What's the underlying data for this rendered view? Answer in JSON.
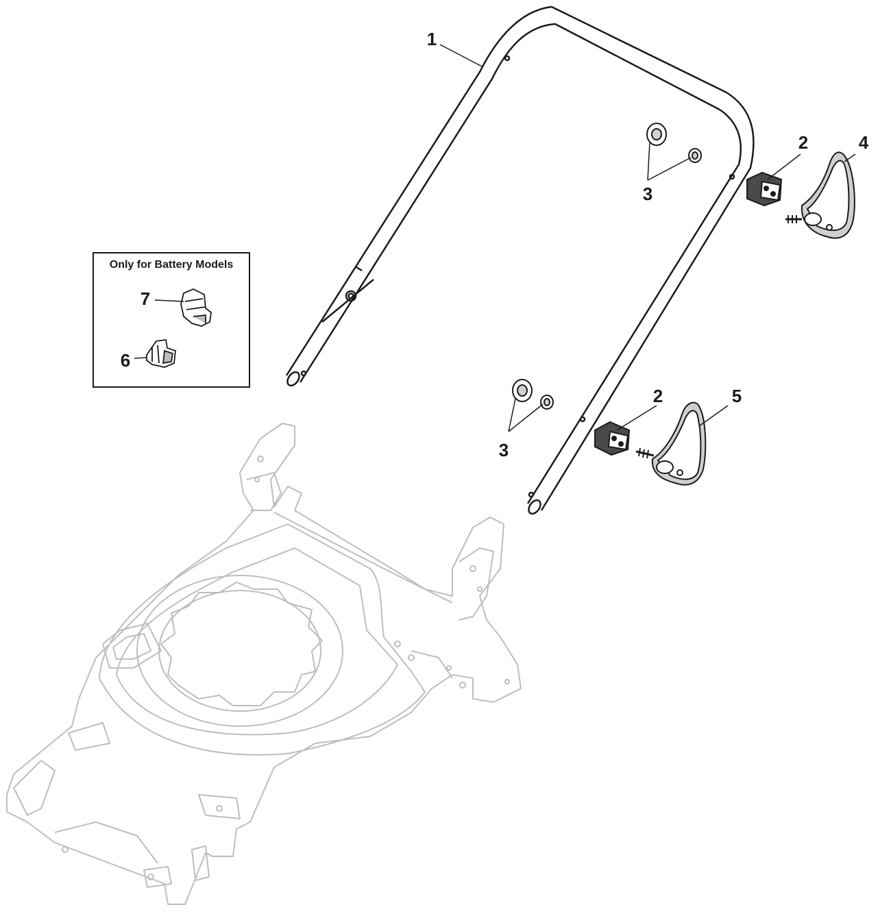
{
  "diagram": {
    "inset_title": "Only for Battery Models",
    "callouts": {
      "handle": "1",
      "spacer_upper": "2",
      "spacer_lower": "2",
      "nuts_upper": "3",
      "nuts_lower": "3",
      "knob_right": "4",
      "knob_left": "5",
      "clip_6": "6",
      "clip_7": "7"
    }
  }
}
